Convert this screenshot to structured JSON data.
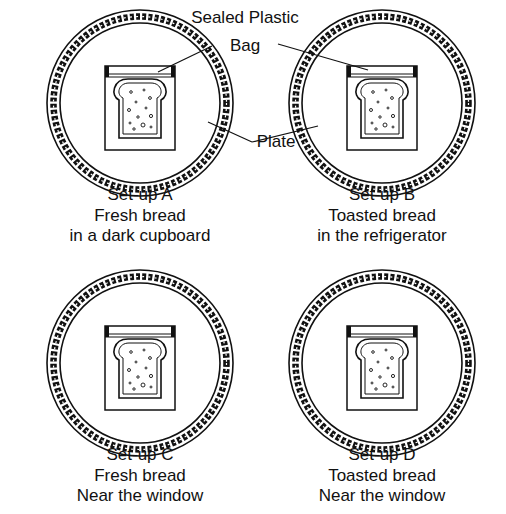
{
  "diagram": {
    "nodes": [
      {
        "text": [
          "Set-up A",
          "Fresh bread",
          "in a dark cupboard"
        ]
      },
      {
        "text": [
          "Set-up B",
          "Toasted bread",
          "in the refrigerator"
        ]
      },
      {
        "text": [
          "Set-up C",
          "Fresh bread",
          "Near the window"
        ]
      },
      {
        "text": [
          "Set-up D",
          "Toasted bread",
          "Near the window"
        ]
      }
    ],
    "labels": [
      "Sealed Plastic Bag",
      "Plate"
    ]
  }
}
